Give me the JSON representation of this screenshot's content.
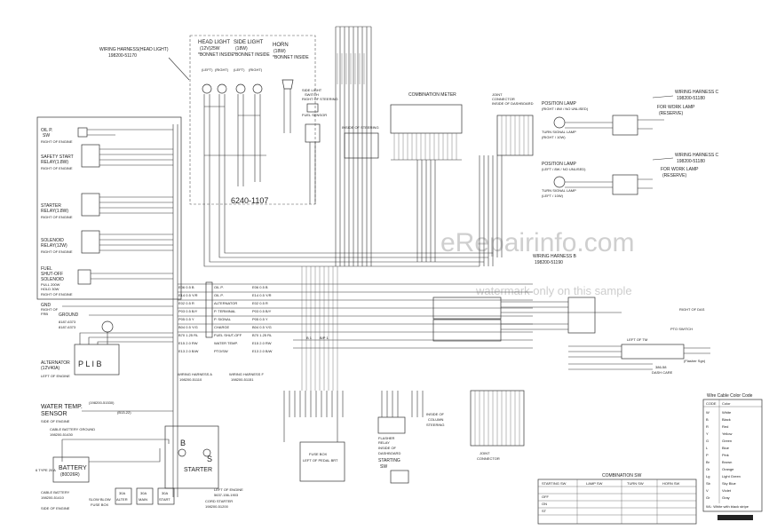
{
  "harness_headlight": {
    "title": "WIRING HARNESS(HEAD LIGHT)",
    "part": "198200-51170"
  },
  "head_light": {
    "title": "HEAD LIGHT",
    "spec": "(12V)25W",
    "note": "*BONNET INSIDE",
    "left": "(LEFT)",
    "right": "(RIGHT)"
  },
  "side_light": {
    "title": "SIDE LIGHT",
    "spec": "(18W)",
    "note": "*BONNET INSIDE",
    "left": "(LEFT)",
    "right": "(RIGHT)"
  },
  "horn": {
    "title": "HORN",
    "spec": "(18W)",
    "note": "*BONNET INSIDE"
  },
  "side_light_switch": {
    "l1": "SIDE LIGHT",
    "l2": "SWITCH",
    "l3": "RIGHT OF STEERING"
  },
  "fuel_sensor": "FUEL SENSOR",
  "combination_meter": {
    "title": "COMBINATION METER",
    "sub": "INSIDE OF STEERING"
  },
  "joint_connector_top": {
    "l1": "JOINT",
    "l2": "CONNECTOR",
    "l3": "INSIDE OF DASHBOARD"
  },
  "center_part": "6240-1107",
  "position_lamp_1": {
    "title": "POSITION LAMP",
    "sub": "(RIGHT / 8W / NO UNLISED)",
    "turn": "TURN SIGNAL LAMP",
    "turn_sub": "(RIGHT / 10W)"
  },
  "position_lamp_2": {
    "title": "POSITION LAMP",
    "sub": "(LEFT / 8W / NO UNLISED)",
    "turn": "TURN SIGNAL LAMP",
    "turn_sub": "(LEFT / 10W)"
  },
  "harness_c1": {
    "title": "WIRING HARNESS C",
    "part": "198200-51180",
    "work": "FOR WORK LAMP",
    "reserve": "(RESERVE)"
  },
  "harness_c2": {
    "title": "WIRING HARNESS C",
    "part": "198200-51180",
    "work": "FOR WORK LAMP",
    "reserve": "(RESERVE)"
  },
  "harness_b": {
    "title": "WIRING HARNESS B",
    "part": "198200-51190"
  },
  "oil_p": {
    "title": "OIL P.",
    "l2": "SW",
    "sub": "RIGHT OF ENGINE"
  },
  "safety_start": {
    "l1": "SAFETY START",
    "l2": "RELAY(1.8W)",
    "sub": "RIGHT OF ENGINE"
  },
  "starter_relay": {
    "l1": "STARTER",
    "l2": "RELAY(1.8W)",
    "sub": "RIGHT OF ENGINE"
  },
  "solenoid_relay": {
    "l1": "SOLENOID",
    "l2": "RELAY(12W)",
    "sub": "RIGHT OF ENGINE"
  },
  "fuel_shutoff": {
    "l1": "FUEL",
    "l2": "SHUT-OFF",
    "l3": "SOLENOID",
    "l4": "PULL 200W",
    "l5": "HOLD 30W",
    "sub": "RIGHT OF ENGINE"
  },
  "gnd": {
    "l1": "GND",
    "l2": "RIGHT OF",
    "l3": "FRB"
  },
  "ground": {
    "title": "GROUND",
    "p1": "8187-6373",
    "p2": "8187-6373"
  },
  "alternator": {
    "title": "ALTERNATOR",
    "l2": "(12V40A)",
    "sub": "LEFT OF ENGINE",
    "terminals": "P L I  B"
  },
  "water_temp": {
    "l1": "WATER TEMP.",
    "l2": "SENSOR",
    "sub": "SIDE OF ENGINE",
    "tag": "(198200-51530)",
    "wire": "(B13-22)"
  },
  "cable_battery_ground": {
    "title": "CABLE BATTERY GROUND",
    "part": "198200-51430"
  },
  "battery": {
    "title": "BATTERY",
    "spec": "(80D26R)",
    "sub": "SIDE OF ENGINE"
  },
  "cable_battery": {
    "title": "CABLE BATTERY",
    "part": "198200-51410"
  },
  "starter": {
    "title": "STARTER",
    "sub": "LEFT OF ENGINE",
    "part": "5637-156-1903"
  },
  "terminal_b": "B",
  "terminal_s": "S",
  "slow_blow": {
    "l1": "SLOW BLOW",
    "l2": "FUSE BOX"
  },
  "fuses": [
    {
      "amp": "30A",
      "name": "ALTER"
    },
    {
      "amp": "30A",
      "name": "MAIN"
    },
    {
      "amp": "30A",
      "name": "START"
    }
  ],
  "cord_starter": {
    "title": "CORD STARTER",
    "part": "198200-51200"
  },
  "harness_a": {
    "title": "WIRING HARNESS A",
    "part": "198200-51110"
  },
  "harness_f": {
    "title": "WIRING HARNESS F",
    "part": "198200-51151"
  },
  "fuse_box": {
    "title": "FUSE BOX",
    "sub": "LEFT OF PEDAL BRT"
  },
  "flasher_relay": {
    "l1": "FLASHER",
    "l2": "RELAY",
    "l3": "INSIDE OF",
    "l4": "DASHBOARD"
  },
  "starting_sw": {
    "title": "STARTING",
    "l2": "SW"
  },
  "inside_column": {
    "l1": "INSIDE OF",
    "l2": "COLUMN",
    "l3": "STEERING"
  },
  "joint_connector_bottom": {
    "l1": "JOINT",
    "l2": "CONNECTOR"
  },
  "right_of_dash": "RIGHT OF DAS",
  "left_of_tm": "LEFT OF TM",
  "pto_switch": "PTO SWITCH",
  "flasher_sgm": "(Flasher Sgn)",
  "dash_care": {
    "l1": "386-58",
    "l2": "DASH CARE"
  },
  "harness_labels": [
    {
      "n": "OIL P.",
      "c1": "E06  0.5  B",
      "c2": "E06  0.5  B"
    },
    {
      "n": "OIL P.",
      "c1": "E14  0.5  Y/R",
      "c2": "E14  0.5  Y/R"
    },
    {
      "n": "ALTERNATOR",
      "c1": "E02  0.5  R",
      "c2": "E02  0.5  R"
    },
    {
      "n": "P. TERMINAL",
      "c1": "P03  0.5  B/Y",
      "c2": "P03  0.5  B/Y"
    },
    {
      "n": "P. SIGNAL",
      "c1": "P05  0.5  Y",
      "c2": "P05  0.5  Y"
    },
    {
      "n": "CHARGE",
      "c1": "B04  0.5  Y/G",
      "c2": "B04  0.5  Y/G"
    },
    {
      "n": "FUEL SHUT-OFF",
      "c1": "B70  1.25  RL",
      "c2": "B70  1.25  RL"
    },
    {
      "n": "WATER TEMP.",
      "c1": "E15  2.0  RW",
      "c2": "E15  2.0  RW"
    },
    {
      "n": "PTO/SW",
      "c1": "E13  2.0  B/W",
      "c2": "E13  2.0  B/W"
    }
  ],
  "combination_sw": {
    "title": "COMBINATION SW",
    "groups": [
      "LAMP SW",
      "TURN SW",
      "HORN SW"
    ],
    "starting": "STARTING SW",
    "rows": [
      "OFF",
      "ON",
      "ST"
    ]
  },
  "wire_color_code": {
    "title": "Wire Cable Color Code",
    "header_code": "CODE",
    "header_color": "Color",
    "rows": [
      {
        "code": "W",
        "color": "White"
      },
      {
        "code": "B",
        "color": "Black"
      },
      {
        "code": "R",
        "color": "Red"
      },
      {
        "code": "Y",
        "color": "Yellow"
      },
      {
        "code": "G",
        "color": "Green"
      },
      {
        "code": "L",
        "color": "Blue"
      },
      {
        "code": "P",
        "color": "Pink"
      },
      {
        "code": "Br",
        "color": "Brown"
      },
      {
        "code": "Or",
        "color": "Orange"
      },
      {
        "code": "Lg",
        "color": "Light Green"
      },
      {
        "code": "Sb",
        "color": "Sky Blue"
      },
      {
        "code": "V",
        "color": "Violet"
      },
      {
        "code": "Gr",
        "color": "Gray"
      }
    ],
    "note": "WL: White with black stripe"
  },
  "watermark": {
    "main": "eRepairinfo.com",
    "sub": "watermark only on this sample"
  },
  "b1_label": "B 1",
  "bp1_label": "B/P 1",
  "hole_label": "6 TYPE 20 A"
}
